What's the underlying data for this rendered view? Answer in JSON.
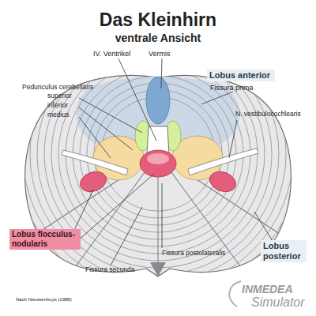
{
  "diagram": {
    "title": "Das Kleinhirn",
    "nodes": [
      {
        "text": [
          "Lobus anterior"
        ]
      },
      {
        "text": [
          "Lobus flocculus-nodularis"
        ]
      },
      {
        "text": [
          "Lobus posterior"
        ]
      }
    ],
    "labels": [
      "ventrale Ansicht",
      "IV. Ventrikel",
      "Vermis",
      "Pedunculus cerebellaris",
      "superior",
      "inferior",
      "medius",
      "Fissura prima",
      "N. vestibulocochlearis",
      "Fissura postolateralis",
      "Fissura secunda",
      "Nach Nieuwenhuys (1988)",
      "INMEDEA",
      "Simulator"
    ]
  }
}
